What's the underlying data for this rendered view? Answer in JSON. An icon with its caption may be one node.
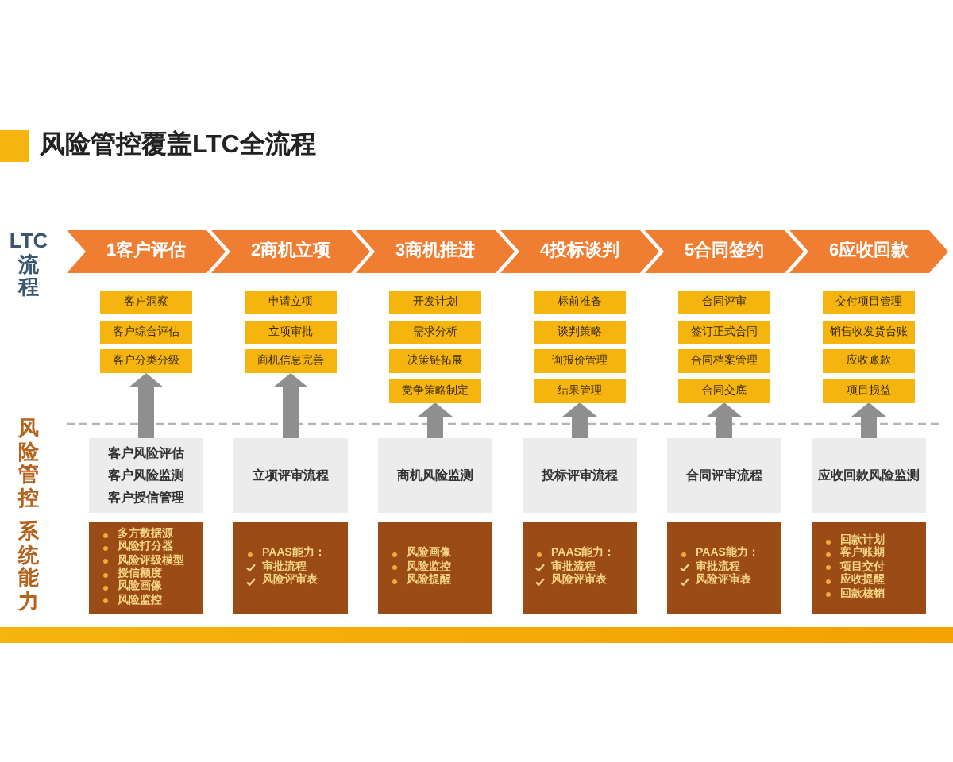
{
  "diagram": {
    "title": "风险管控覆盖LTC全流程",
    "nodes": [
      {
        "text": [
          "1客户评估"
        ]
      },
      {
        "text": [
          "2商机立项"
        ]
      },
      {
        "text": [
          "3商机推进"
        ]
      },
      {
        "text": [
          "4投标谈判"
        ]
      },
      {
        "text": [
          "5合同签约"
        ]
      },
      {
        "text": [
          "6应收回款"
        ]
      },
      {
        "text": [
          "客户洞察"
        ]
      },
      {
        "text": [
          "客户综合评估"
        ]
      },
      {
        "text": [
          "客户分类分级"
        ]
      },
      {
        "text": [
          "申请立项"
        ]
      },
      {
        "text": [
          "立项审批"
        ]
      },
      {
        "text": [
          "商机信息完善"
        ]
      },
      {
        "text": [
          "开发计划"
        ]
      },
      {
        "text": [
          "需求分析"
        ]
      },
      {
        "text": [
          "决策链拓展"
        ]
      },
      {
        "text": [
          "竞争策略制定"
        ]
      },
      {
        "text": [
          "标前准备"
        ]
      },
      {
        "text": [
          "谈判策略"
        ]
      },
      {
        "text": [
          "询报价管理"
        ]
      },
      {
        "text": [
          "结果管理"
        ]
      },
      {
        "text": [
          "合同评审"
        ]
      },
      {
        "text": [
          "签订正式合同"
        ]
      },
      {
        "text": [
          "合同档案管理"
        ]
      },
      {
        "text": [
          "合同交底"
        ]
      },
      {
        "text": [
          "交付项目管理"
        ]
      },
      {
        "text": [
          "销售收发货台账"
        ]
      },
      {
        "text": [
          "应收账款"
        ]
      },
      {
        "text": [
          "项目损益"
        ]
      },
      {
        "text": [
          "客户风险评估",
          "客户风险监测",
          "客户授信管理"
        ]
      },
      {
        "text": [
          "立项评审流程"
        ]
      },
      {
        "text": [
          "商机风险监测"
        ]
      },
      {
        "text": [
          "投标评审流程"
        ]
      },
      {
        "text": [
          "合同评审流程"
        ]
      },
      {
        "text": [
          "应收回款风险监测"
        ]
      },
      {
        "text": [
          "多方数据源",
          "风险打分器",
          "风险评级模型",
          "授信额度",
          "风险画像",
          "风险监控"
        ]
      },
      {
        "text": [
          "PAAS能力：",
          "审批流程",
          "风险评审表"
        ]
      },
      {
        "text": [
          "风险画像",
          "风险监控",
          "风险提醒"
        ]
      },
      {
        "text": [
          "PAAS能力：",
          "审批流程",
          "风险评审表"
        ]
      },
      {
        "text": [
          "PAAS能力：",
          "审批流程",
          "风险评审表"
        ]
      },
      {
        "text": [
          "回款计划",
          "客户账期",
          "项目交付",
          "应收提醒",
          "回款核销"
        ]
      }
    ],
    "edges": [
      {
        "from": 28,
        "to": 8,
        "arrow": "to"
      },
      {
        "from": 29,
        "to": 11,
        "arrow": "to"
      },
      {
        "from": 30,
        "to": 15,
        "arrow": "to"
      },
      {
        "from": 31,
        "to": 19,
        "arrow": "to"
      },
      {
        "from": 32,
        "to": 23,
        "arrow": "to"
      },
      {
        "from": 33,
        "to": 27,
        "arrow": "to"
      }
    ],
    "labels": [
      "LTC流程",
      "风险管控",
      "系统能力"
    ]
  }
}
